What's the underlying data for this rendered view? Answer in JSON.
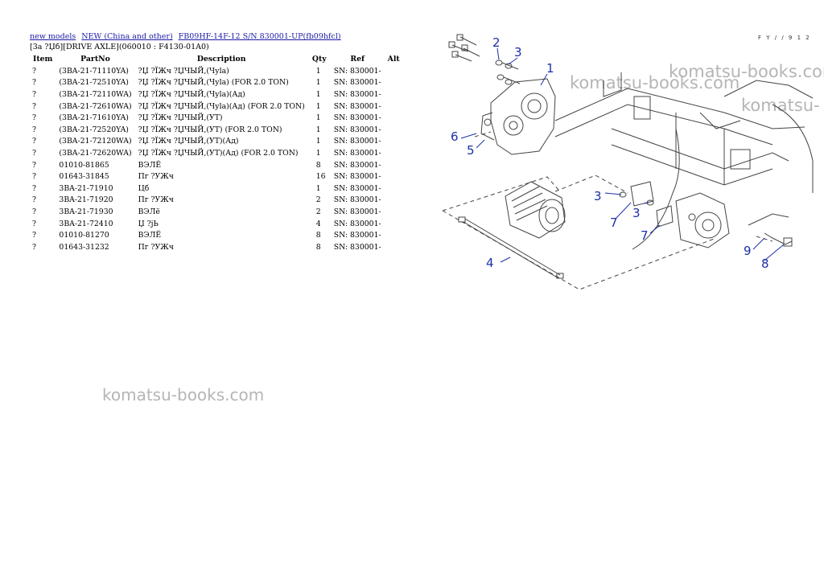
{
  "breadcrumb": {
    "links": [
      "new models",
      "NEW (China and other)",
      "FB09HF-14F-12 S/N 830001-UP(fb09hfcl)"
    ]
  },
  "subtitle": "[3а ?Џб][DRIVE AXLE](060010 : F4130-01A0)",
  "page_ref": "F Y / / 9 1 2",
  "table": {
    "headers": [
      "Item",
      "PartNo",
      "Description",
      "Qty",
      "Ref",
      "Alt"
    ],
    "rows": [
      [
        "?",
        "(3BA-21-71110YA)",
        "?Џ ?ЇЖч ?ЏЧЫЙ,(Чуlа)",
        "1",
        "SN: 830001-",
        ""
      ],
      [
        "?",
        "(3BA-21-72510YA)",
        "?Џ ?ЇЖч ?ЏЧЫЙ,(Чуlа) (FOR 2.0 TON)",
        "1",
        "SN: 830001-",
        ""
      ],
      [
        "?",
        "(3BA-21-72110WA)",
        "?Џ ?ЇЖч ?ЏЧЫЙ,(Чуlа)(Ад)",
        "1",
        "SN: 830001-",
        ""
      ],
      [
        "?",
        "(3BA-21-72610WA)",
        "?Џ ?ЇЖч ?ЏЧЫЙ,(Чуlа)(Ад) (FOR 2.0 TON)",
        "1",
        "SN: 830001-",
        ""
      ],
      [
        "?",
        "(3BA-21-71610YA)",
        "?Џ ?ЇЖч ?ЏЧЫЙ,(УТ)",
        "1",
        "SN: 830001-",
        ""
      ],
      [
        "?",
        "(3BA-21-72520YA)",
        "?Џ ?ЇЖч ?ЏЧЫЙ,(УТ) (FOR 2.0 TON)",
        "1",
        "SN: 830001-",
        ""
      ],
      [
        "?",
        "(3BA-21-72120WA)",
        "?Џ ?ЇЖч ?ЏЧЫЙ,(УТ)(Ад)",
        "1",
        "SN: 830001-",
        ""
      ],
      [
        "?",
        "(3BA-21-72620WA)",
        "?Џ ?ЇЖч ?ЏЧЫЙ,(УТ)(Ад) (FOR 2.0 TON)",
        "1",
        "SN: 830001-",
        ""
      ],
      [
        "?",
        "01010-81865",
        "ВЭЛЁ",
        "8",
        "SN: 830001-",
        ""
      ],
      [
        "?",
        "01643-31845",
        "Пг ?УЖч",
        "16",
        "SN: 830001-",
        ""
      ],
      [
        "?",
        "3BA-21-71910",
        "Цб",
        "1",
        "SN: 830001-",
        ""
      ],
      [
        "?",
        "3BA-21-71920",
        "Пг ?УЖч",
        "2",
        "SN: 830001-",
        ""
      ],
      [
        "?",
        "3BA-21-71930",
        "ВЭЛё",
        "2",
        "SN: 830001-",
        ""
      ],
      [
        "?",
        "3BA-21-72410",
        "Џ ?јЬ",
        "4",
        "SN: 830001-",
        ""
      ],
      [
        "?",
        "01010-81270",
        "ВЭЛЁ",
        "8",
        "SN: 830001-",
        ""
      ],
      [
        "?",
        "01643-31232",
        "Пг ?УЖч",
        "8",
        "SN: 830001-",
        ""
      ]
    ]
  },
  "diagram": {
    "callouts": [
      "1",
      "2",
      "3",
      "3",
      "3",
      "4",
      "5",
      "6",
      "7",
      "7",
      "8",
      "9"
    ]
  },
  "watermarks": [
    "komatsu-books.com",
    "komatsu-books.com",
    "komatsu-",
    "komatsu-books.com"
  ]
}
